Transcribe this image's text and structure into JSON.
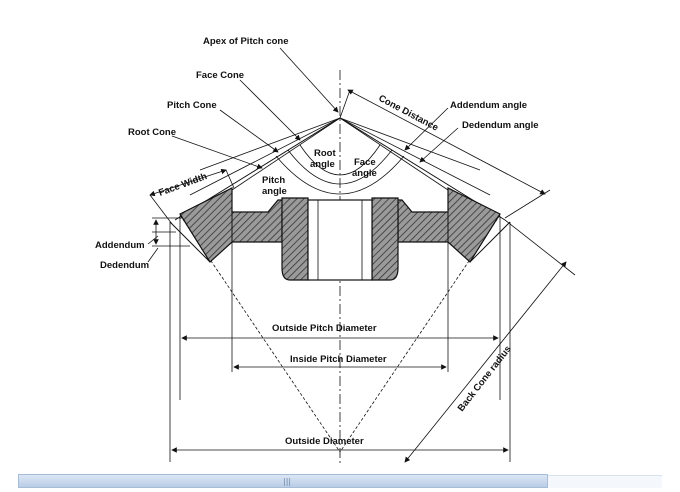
{
  "diagram": {
    "labels": {
      "apex": "Apex of Pitch cone",
      "face_cone": "Face Cone",
      "pitch_cone": "Pitch Cone",
      "root_cone": "Root Cone",
      "face_width": "Face Width",
      "pitch_angle_1": "Pitch",
      "pitch_angle_2": "angle",
      "root_angle_1": "Root",
      "root_angle_2": "angle",
      "face_angle_1": "Face",
      "face_angle_2": "angle",
      "cone_distance": "Cone Distance",
      "addendum_angle": "Addendum angle",
      "dedendum_angle": "Dedendum angle",
      "addendum": "Addendum",
      "dedendum": "Dedendum",
      "outside_pitch_diameter": "Outside Pitch Diameter",
      "inside_pitch_diameter": "Inside Pitch Diameter",
      "outside_diameter": "Outside Diameter",
      "back_cone_radius": "Back Cone radius"
    },
    "colors": {
      "ink": "#111111",
      "hatch": "#6a6a6a",
      "background": "#ffffff"
    }
  },
  "scrollbar": {
    "grip_icon": "scrollbar-grip-icon",
    "grip_glyph": "|||"
  }
}
